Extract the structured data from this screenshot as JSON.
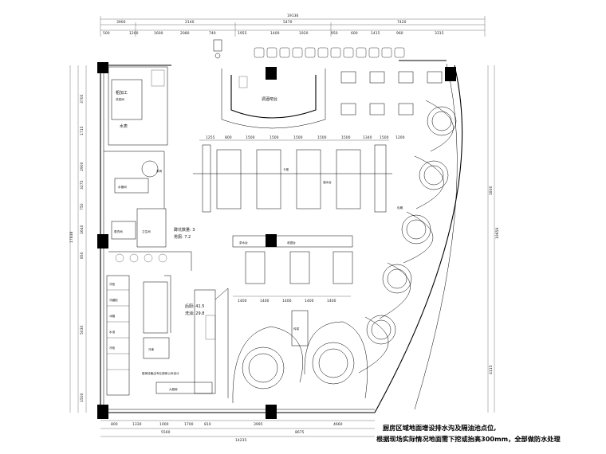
{
  "dimensions": {
    "top_total": "19136",
    "top_mid": [
      "3900",
      "2140",
      "5470",
      "7420"
    ],
    "top_detail": [
      "500",
      "1200",
      "1600",
      "2080",
      "740",
      "1955",
      "1400",
      "1920",
      "950",
      "600",
      "1415",
      "960",
      "3315"
    ],
    "left_detail": [
      "3700",
      "1715",
      "2900",
      "3275",
      "750",
      "1640",
      "850",
      "5030",
      "1500"
    ],
    "left_total": "17838",
    "right_mid": "1830",
    "right_lower": "4115",
    "right_total": "19659",
    "bottom_detail": [
      "800",
      "1330",
      "1000",
      "1700",
      "810",
      "3995",
      "4660"
    ],
    "bottom_mid": [
      "5560",
      "8675"
    ],
    "bottom_total": "14235",
    "mid_row_dims": [
      "1255",
      "800",
      "1500",
      "1500",
      "1500",
      "1500",
      "1500",
      "1340",
      "1500",
      "1200"
    ],
    "lower_row_dims": [
      "1400",
      "1400",
      "1400",
      "1400",
      "1400"
    ]
  },
  "rooms": {
    "bar": "调酒吧台",
    "raw_room": "粗加工",
    "raw_room_sub": "洗菜间",
    "washroom": "水表",
    "stair": "茶间",
    "water_room": "水管间",
    "dish_room": "更衣间",
    "toilet": "卫生间",
    "toilet_stat_1": "蹲坑数量: 3",
    "toilet_stat_2": "男厕: 7.2",
    "kitchen_stat_1": "后厨: 41.5",
    "kitchen_stat_2": "洗消: 29.8",
    "kitchen_label": "厨房设备由专业厨房公司设计",
    "storage": "冷库",
    "prep": "大厨房",
    "ring_label": "包厢",
    "tea_table": "茶水台",
    "cashier": "收银台",
    "food_pass": "传菜",
    "booth": "卡座",
    "sofa": "休息区",
    "drink_bar": "酒水台"
  },
  "equipment": [
    "冷柜",
    "冷藏柜",
    "冰箱",
    "水池",
    "冷柜",
    "油烟罩"
  ],
  "note_lines": [
    "厨房区域地面增设排水沟及隔油池点位,",
    "根据现场实际情况地面需下挖或抬高300mm，全部做防水处理"
  ]
}
